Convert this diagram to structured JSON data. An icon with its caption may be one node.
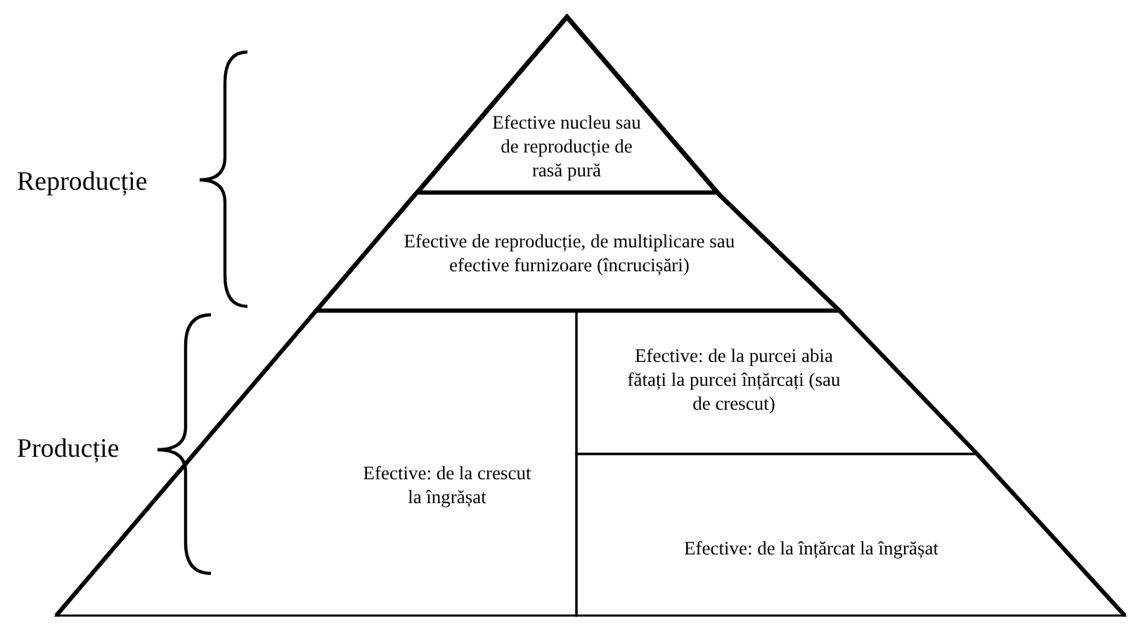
{
  "diagram": {
    "nodes": [
      {
        "text": [
          "Efective nucleu sau de reproducție de rasă pură"
        ]
      },
      {
        "text": [
          "Efective de reproducție, de multiplicare sau efective furnizoare (încrucișări)"
        ]
      },
      {
        "text": [
          "Efective: de la crescut la îngrășat"
        ]
      },
      {
        "text": [
          "Efective: de la purcei abia fătați la purcei înțărcați (sau de crescut)"
        ]
      },
      {
        "text": [
          "Efective: de la înțărcat la îngrășat"
        ]
      }
    ],
    "labels": [
      "Reproducție",
      "Producție"
    ]
  }
}
